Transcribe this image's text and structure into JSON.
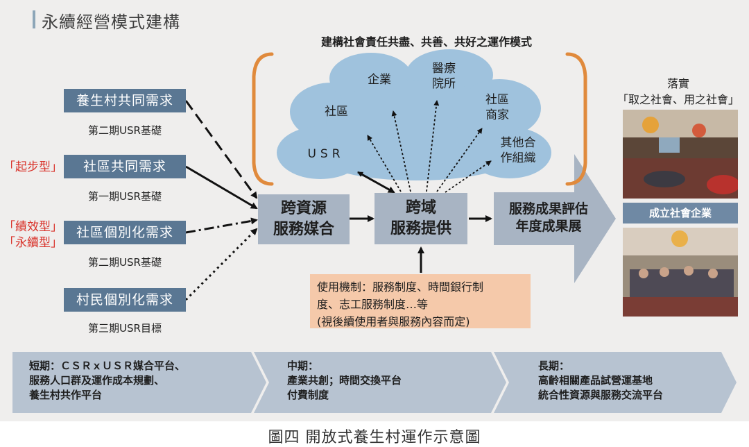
{
  "title": "永續經營模式建構",
  "needs": [
    {
      "label": "養生村共同需求",
      "phase": "第二期USR基礎"
    },
    {
      "label": "社區共同需求",
      "phase": "第一期USR基礎"
    },
    {
      "label": "社區個別化需求",
      "phase": "第二期USR基礎"
    },
    {
      "label": "村民個別化需求",
      "phase": "第三期USR目標"
    }
  ],
  "tags": [
    "「起步型」",
    "「績效型」",
    "「永續型」"
  ],
  "cloud": {
    "heading": "建構社會責任共盡、共善、共好之運作模式",
    "nodes": [
      "USR",
      "社區",
      "企業",
      "醫療\n院所",
      "社區\n商家",
      "其他合\n作組織"
    ]
  },
  "matching_box": "跨資源\n服務媒合",
  "service_box": "跨域\n服務提供",
  "evaluation": "服務成果評估\n年度成果展",
  "mechanism": "使用機制：服務制度、時間銀行制\n度、志工服務制度…等\n(視後續使用者與服務內容而定)",
  "implementation": {
    "heading": "落實",
    "quote": "「取之社會、用之社會」",
    "company": "成立社會企業"
  },
  "periods": [
    {
      "text": "短期：ＣＳＲｘＵＳＲ媒合平台、\n服務人口群及運作成本規劃、\n養生村共作平台"
    },
    {
      "text": "中期：\n產業共創；時間交換平台\n付費制度"
    },
    {
      "text": "長期：\n高齡相關產品試營運基地\n統合性資源與服務交流平台"
    }
  ],
  "caption": "圖四 開放式養生村運作示意圖",
  "colors": {
    "need_box": "#5a7793",
    "tag": "#d9322a",
    "cloud": "#9fc2dd",
    "bracket": "#e08a3c",
    "mid_box": "#a8b4c3",
    "mechanism": "#f5c9aa",
    "arrow_band": "#b7c3d1"
  }
}
